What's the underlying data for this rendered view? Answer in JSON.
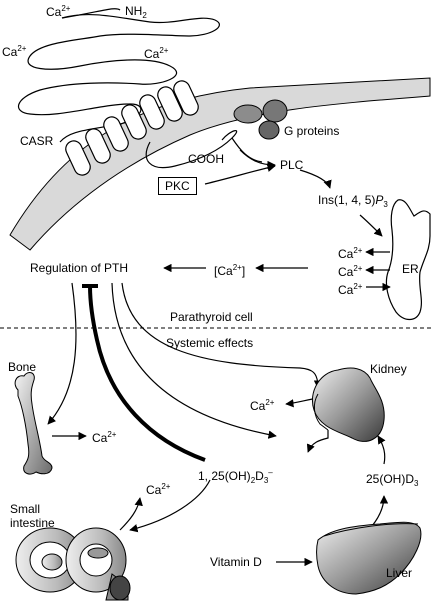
{
  "labels": {
    "ca_top": "Ca",
    "ca_left": "Ca",
    "ca_right": "Ca",
    "nh2": "NH",
    "nh2_sub": "2",
    "casr": "CASR",
    "g_proteins": "G proteins",
    "cooh": "COOH",
    "pkc": "PKC",
    "plc": "PLC",
    "ins_prefix": "Ins(1, 4, 5)",
    "ins_p": "P",
    "ins_sub": "3",
    "ca_er1": "Ca",
    "ca_er2": "Ca",
    "ca_er3": "Ca",
    "er": "ER",
    "reg_pth": "Regulation of PTH",
    "ca_bracket_open": "[Ca",
    "ca_bracket_close": "]",
    "parathyroid_cell": "Parathyroid cell",
    "systemic_effects": "Systemic effects",
    "bone": "Bone",
    "ca_bone": "Ca",
    "kidney": "Kidney",
    "ca_kidney": "Ca",
    "vitd_prefix": "1, 25(OH)",
    "vitd_sub2": "2",
    "vitd_d": "D",
    "vitd_sub3": "3",
    "vitd_sup": "–",
    "ca_intestine": "Ca",
    "small": "Small",
    "intestine": "intestine",
    "oh_d3_prefix": "25(OH)D",
    "oh_d3_sub": "3",
    "vitamin_d": "Vitamin D",
    "liver": "Liver",
    "two_plus": "2+"
  },
  "colors": {
    "line": "#000000",
    "membrane_fill": "#d9d9d9",
    "organ_dark": "#555555",
    "organ_light": "#e6e6e6"
  }
}
